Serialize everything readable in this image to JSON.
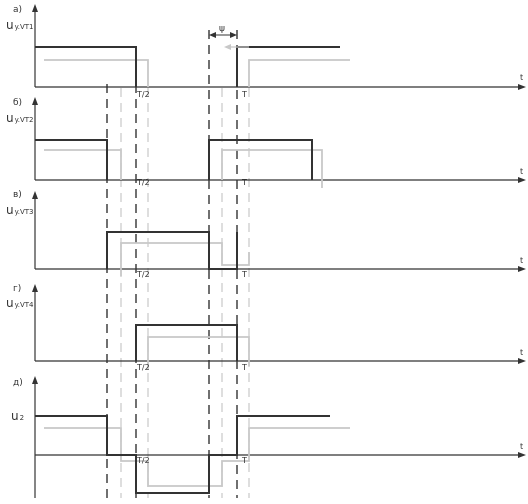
{
  "panels": [
    {
      "letter": "а)",
      "signal": "u",
      "sub": "y.VT1"
    },
    {
      "letter": "б)",
      "signal": "u",
      "sub": "y.VT2"
    },
    {
      "letter": "в)",
      "signal": "u",
      "sub": "y.VT3"
    },
    {
      "letter": "г)",
      "signal": "u",
      "sub": "y.VT4"
    },
    {
      "letter": "д)",
      "signal": "u",
      "sub": "2"
    }
  ],
  "tick_half": "T/2",
  "tick_full": "T",
  "phase_label": "ψ",
  "axis_end_label": "t",
  "colors": {
    "waveform": "#333333",
    "shifted_waveform": "#c8c8c8",
    "axis": "#333333",
    "guide": "#333333"
  }
}
